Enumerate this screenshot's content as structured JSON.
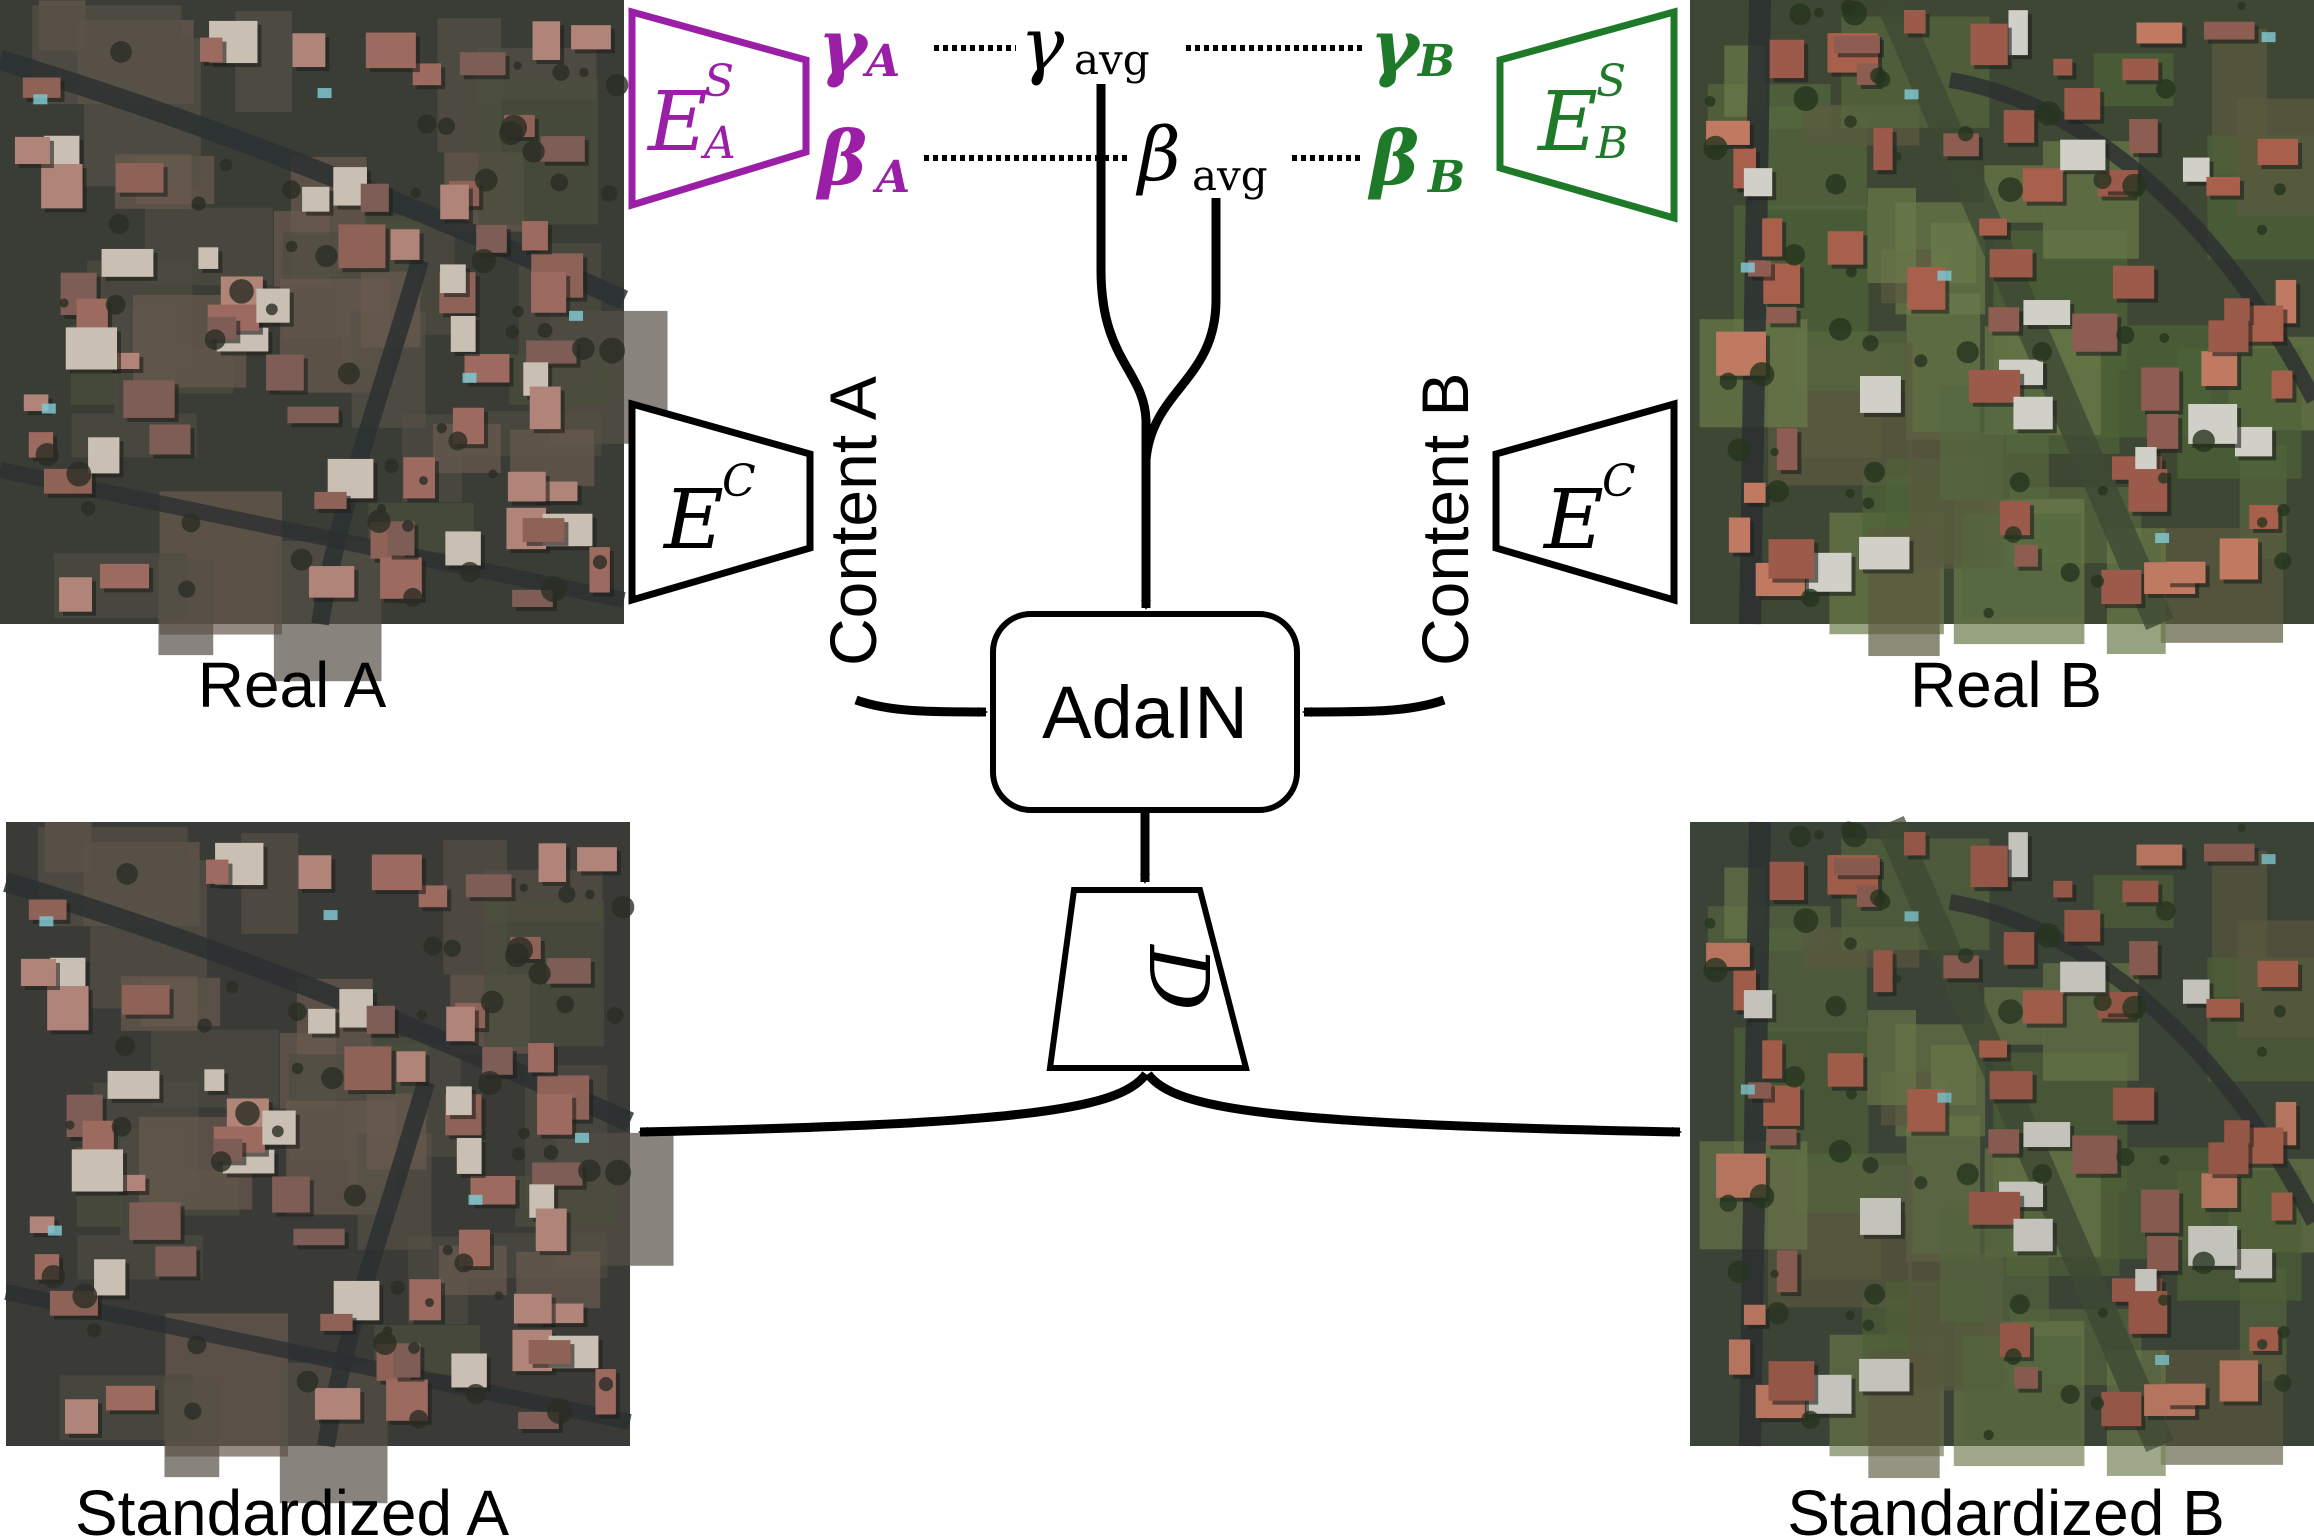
{
  "captions": {
    "real_a": "Real A",
    "real_b": "Real B",
    "std_a": "Standardized A",
    "std_b": "Standardized B"
  },
  "encoders": {
    "style_a": {
      "main": "E",
      "sup": "S",
      "sub": "A",
      "color": "#9a1ea6"
    },
    "style_b": {
      "main": "E",
      "sup": "S",
      "sub": "B",
      "color": "#1e7a28"
    },
    "content_a": {
      "main": "E",
      "sup": "C"
    },
    "content_b": {
      "main": "E",
      "sup": "C"
    }
  },
  "params": {
    "gamma_a": {
      "sym": "γ",
      "sub": "A"
    },
    "gamma_b": {
      "sym": "γ",
      "sub": "B"
    },
    "beta_a": {
      "sym": "β",
      "sub": "A"
    },
    "beta_b": {
      "sym": "β",
      "sub": "B"
    },
    "gamma_avg": {
      "sym": "γ",
      "sub": "avg"
    },
    "beta_avg": {
      "sym": "β",
      "sub": "avg"
    }
  },
  "content_labels": {
    "a": "Content A",
    "b": "Content B"
  },
  "adain_label": "AdaIN",
  "decoder_label": "D",
  "colors": {
    "style_a": "#9a1ea6",
    "style_b": "#1e7a28",
    "line": "#000000",
    "roof": "#9c6a5e",
    "grass": "#4e6238",
    "road": "#2c3031"
  }
}
